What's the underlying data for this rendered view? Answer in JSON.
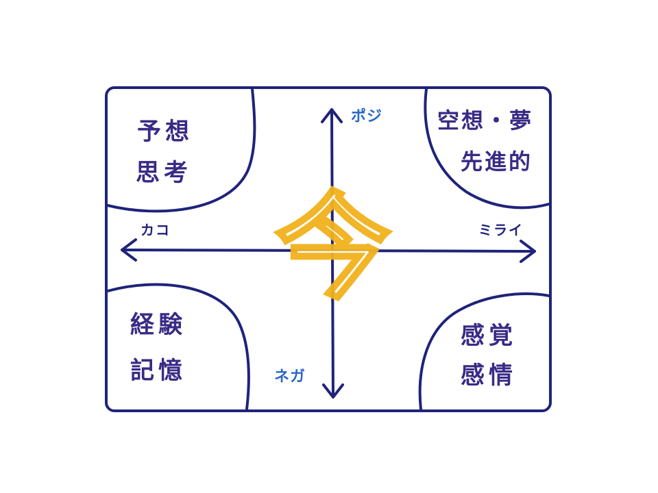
{
  "colors": {
    "frame": "#1f237a",
    "quadrant_text": "#3a2a86",
    "axis_label_blue": "#2a66c8",
    "center_char": "#f2b21c"
  },
  "axes": {
    "horizontal": {
      "left_label": "カコ",
      "right_label": "ミライ"
    },
    "vertical": {
      "top_label": "ポジ",
      "bottom_label": "ネガ"
    }
  },
  "center": {
    "char": "今"
  },
  "quadrants": {
    "top_left": {
      "line1": "予想",
      "line2": "思考"
    },
    "top_right": {
      "line1": "空想・夢",
      "line2": "先進的"
    },
    "bottom_left": {
      "line1": "経験",
      "line2": "記憶"
    },
    "bottom_right": {
      "line1": "感覚",
      "line2": "感情"
    }
  }
}
